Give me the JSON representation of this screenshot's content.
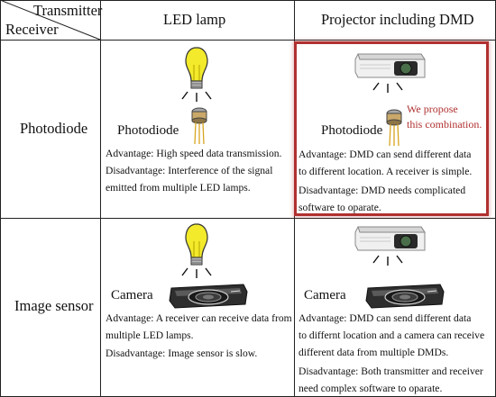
{
  "header": {
    "transmitter_label": "Transmitter",
    "receiver_label": "Receiver",
    "col_led": "LED lamp",
    "col_projector": "Projector including DMD"
  },
  "rows": [
    {
      "label": "Photodiode",
      "led_cell": {
        "device_label": "Photodiode",
        "advantage": "Advantage: High speed data transmission.",
        "disadvantage_1": "Disadvantage: Interference of the signal",
        "disadvantage_2": "emitted from multiple LED lamps."
      },
      "projector_cell": {
        "device_label": "Photodiode",
        "proposal_1": "We propose",
        "proposal_2": "this combination.",
        "advantage_1": "Advantage: DMD can send different data",
        "advantage_2": "to different location. A receiver is simple.",
        "disadvantage_1": "Disadvantage: DMD needs complicated",
        "disadvantage_2": "software to oparate."
      }
    },
    {
      "label": "Image sensor",
      "led_cell": {
        "device_label": "Camera",
        "advantage_1": "Advantage: A receiver can receive data from",
        "advantage_2": "multiple LED lamps.",
        "disadvantage": "Disadvantage:  Image sensor is slow."
      },
      "projector_cell": {
        "device_label": "Camera",
        "advantage_1": "Advantage: DMD can send different data",
        "advantage_2": "to differnt location and a camera can receive",
        "advantage_3": "different data from multiple DMDs.",
        "disadvantage_1": "Disadvantage:  Both transmitter and receiver",
        "disadvantage_2": "need complex software to oparate."
      }
    }
  ],
  "icons": [
    "light-bulb-icon",
    "projector-icon",
    "photodiode-icon",
    "camera-sensor-icon"
  ],
  "colors": {
    "highlight": "#b03030",
    "bulb": "#f2ea2a",
    "grid": "#222222"
  }
}
